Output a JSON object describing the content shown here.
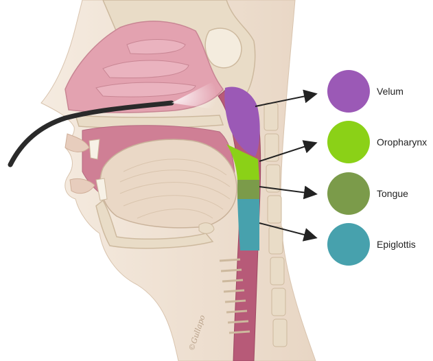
{
  "legend": {
    "items": [
      {
        "label": "Velum",
        "color": "#9b59b6"
      },
      {
        "label": "Oropharynx",
        "color": "#8bd117"
      },
      {
        "label": "Tongue",
        "color": "#7b9b4a"
      },
      {
        "label": "Epiglottis",
        "color": "#47a1ad"
      }
    ]
  },
  "artwork": {
    "signature": "©Gullapo",
    "colors": {
      "skin": "#efe2d3",
      "bone": "#e9dcc7",
      "nasal_mucosa": "#e3a2b0",
      "oral_mucosa": "#cf7f95",
      "airway": "#b75a78",
      "endoscope": "#2a2a2a"
    }
  }
}
